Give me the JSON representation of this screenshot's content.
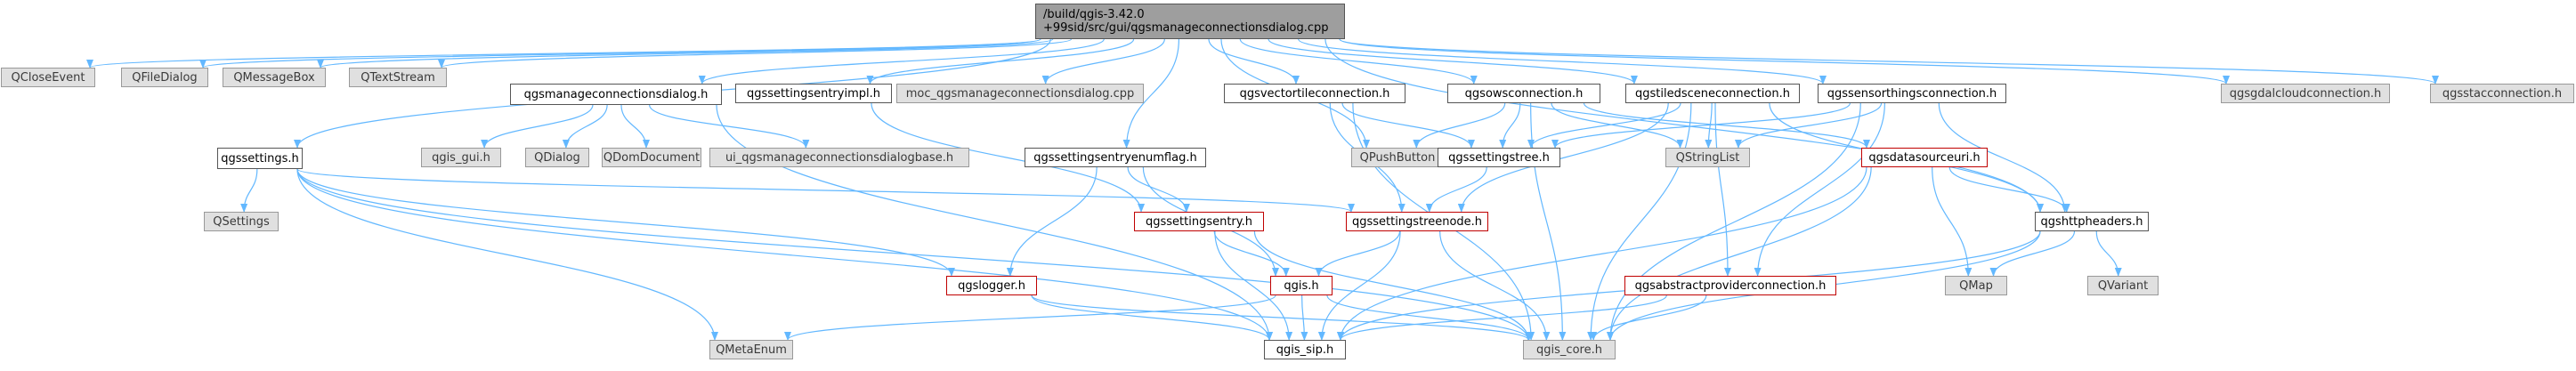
{
  "graph": {
    "root": {
      "line1": "/build/qgis-3.42.0",
      "line2": "+99sid/src/gui/qgsmanageconnectionsdialog.cpp"
    },
    "nodes": [
      {
        "id": "qcloseevent",
        "label": "QCloseEvent",
        "style": "gray"
      },
      {
        "id": "qfiledialog",
        "label": "QFileDialog",
        "style": "gray"
      },
      {
        "id": "qmessagebox",
        "label": "QMessageBox",
        "style": "gray"
      },
      {
        "id": "qtextstream",
        "label": "QTextStream",
        "style": "gray"
      },
      {
        "id": "qgsmanageconnectionsdialog_h",
        "label": "qgsmanageconnectionsdialog.h",
        "style": "plain"
      },
      {
        "id": "qgssettingsentryimpl_h",
        "label": "qgssettingsentryimpl.h",
        "style": "plain"
      },
      {
        "id": "moc",
        "label": "moc_qgsmanageconnectionsdialog.cpp",
        "style": "gray"
      },
      {
        "id": "qgsvectortileconnection_h",
        "label": "qgsvectortileconnection.h",
        "style": "plain"
      },
      {
        "id": "qgsowsconnection_h",
        "label": "qgsowsconnection.h",
        "style": "plain"
      },
      {
        "id": "qgstiledsceneconnection_h",
        "label": "qgstiledsceneconnection.h",
        "style": "plain"
      },
      {
        "id": "qgssensorthingsconnection_h",
        "label": "qgssensorthingsconnection.h",
        "style": "plain"
      },
      {
        "id": "qgsgdalcloudconnection_h",
        "label": "qgsgdalcloudconnection.h",
        "style": "gray"
      },
      {
        "id": "qgsstacconnection_h",
        "label": "qgsstacconnection.h",
        "style": "gray"
      },
      {
        "id": "qgssettings_h",
        "label": "qgssettings.h",
        "style": "plain"
      },
      {
        "id": "qgis_gui_h",
        "label": "qgis_gui.h",
        "style": "gray"
      },
      {
        "id": "qdialog",
        "label": "QDialog",
        "style": "gray"
      },
      {
        "id": "qdomdocument",
        "label": "QDomDocument",
        "style": "gray"
      },
      {
        "id": "ui_base",
        "label": "ui_qgsmanageconnectionsdialogbase.h",
        "style": "gray"
      },
      {
        "id": "qpushbutton",
        "label": "QPushButton",
        "style": "gray"
      },
      {
        "id": "qgssettingstree_h",
        "label": "qgssettingstree.h",
        "style": "plain"
      },
      {
        "id": "qstringlist",
        "label": "QStringList",
        "style": "gray"
      },
      {
        "id": "qgsdatasourceuri_h",
        "label": "qgsdatasourceuri.h",
        "style": "red"
      },
      {
        "id": "qgssettingsentryenumflag_h",
        "label": "qgssettingsentryenumflag.h",
        "style": "plain"
      },
      {
        "id": "qsettings",
        "label": "QSettings",
        "style": "gray"
      },
      {
        "id": "qgssettingsentry_h",
        "label": "qgssettingsentry.h",
        "style": "red"
      },
      {
        "id": "qgssettingstreenode_h",
        "label": "qgssettingstreenode.h",
        "style": "red"
      },
      {
        "id": "qgshttpheaders_h",
        "label": "qgshttpheaders.h",
        "style": "plain"
      },
      {
        "id": "qgslogger_h",
        "label": "qgslogger.h",
        "style": "red"
      },
      {
        "id": "qgis_h",
        "label": "qgis.h",
        "style": "red"
      },
      {
        "id": "qgsabstractproviderconnection_h",
        "label": "qgsabstractproviderconnection.h",
        "style": "red"
      },
      {
        "id": "qmap",
        "label": "QMap",
        "style": "gray"
      },
      {
        "id": "qvariant",
        "label": "QVariant",
        "style": "gray"
      },
      {
        "id": "qmetaenum",
        "label": "QMetaEnum",
        "style": "gray"
      },
      {
        "id": "qgis_sip_h",
        "label": "qgis_sip.h",
        "style": "plain"
      },
      {
        "id": "qgis_core_h",
        "label": "qgis_core.h",
        "style": "gray"
      }
    ],
    "edges": [
      [
        "root",
        "qcloseevent"
      ],
      [
        "root",
        "qfiledialog"
      ],
      [
        "root",
        "qmessagebox"
      ],
      [
        "root",
        "qtextstream"
      ],
      [
        "root",
        "qgsmanageconnectionsdialog_h"
      ],
      [
        "root",
        "qgssettingsentryimpl_h"
      ],
      [
        "root",
        "moc"
      ],
      [
        "root",
        "qgsvectortileconnection_h"
      ],
      [
        "root",
        "qgsowsconnection_h"
      ],
      [
        "root",
        "qgstiledsceneconnection_h"
      ],
      [
        "root",
        "qgssensorthingsconnection_h"
      ],
      [
        "root",
        "qgsgdalcloudconnection_h"
      ],
      [
        "root",
        "qgsstacconnection_h"
      ],
      [
        "root",
        "qgssettings_h"
      ],
      [
        "root",
        "qgssettingsentryenumflag_h"
      ],
      [
        "root",
        "qpushbutton"
      ],
      [
        "root",
        "qgshttpheaders_h"
      ],
      [
        "qgsmanageconnectionsdialog_h",
        "qgis_gui_h"
      ],
      [
        "qgsmanageconnectionsdialog_h",
        "qdialog"
      ],
      [
        "qgsmanageconnectionsdialog_h",
        "qdomdocument"
      ],
      [
        "qgsmanageconnectionsdialog_h",
        "ui_base"
      ],
      [
        "qgsmanageconnectionsdialog_h",
        "qgis_sip_h"
      ],
      [
        "qgssettingsentryimpl_h",
        "qgssettingsentry_h"
      ],
      [
        "qgsvectortileconnection_h",
        "qgssettingstree_h"
      ],
      [
        "qgsvectortileconnection_h",
        "qgssettingstreenode_h"
      ],
      [
        "qgsvectortileconnection_h",
        "qgis_core_h"
      ],
      [
        "qgsowsconnection_h",
        "qpushbutton"
      ],
      [
        "qgsowsconnection_h",
        "qgssettingstree_h"
      ],
      [
        "qgsowsconnection_h",
        "qstringlist"
      ],
      [
        "qgsowsconnection_h",
        "qgsdatasourceuri_h"
      ],
      [
        "qgsowsconnection_h",
        "qgis_core_h"
      ],
      [
        "qgstiledsceneconnection_h",
        "qgssettingstree_h"
      ],
      [
        "qgstiledsceneconnection_h",
        "qstringlist"
      ],
      [
        "qgstiledsceneconnection_h",
        "qgssettingstreenode_h"
      ],
      [
        "qgstiledsceneconnection_h",
        "qgsabstractproviderconnection_h"
      ],
      [
        "qgstiledsceneconnection_h",
        "qgshttpheaders_h"
      ],
      [
        "qgstiledsceneconnection_h",
        "qgis_core_h"
      ],
      [
        "qgssensorthingsconnection_h",
        "qgssettingstree_h"
      ],
      [
        "qgssensorthingsconnection_h",
        "qstringlist"
      ],
      [
        "qgssensorthingsconnection_h",
        "qgsabstractproviderconnection_h"
      ],
      [
        "qgssensorthingsconnection_h",
        "qgshttpheaders_h"
      ],
      [
        "qgssensorthingsconnection_h",
        "qgis_core_h"
      ],
      [
        "qgssettings_h",
        "qsettings"
      ],
      [
        "qgssettings_h",
        "qgssettingstreenode_h"
      ],
      [
        "qgssettings_h",
        "qgslogger_h"
      ],
      [
        "qgssettings_h",
        "qmetaenum"
      ],
      [
        "qgssettings_h",
        "qgis_sip_h"
      ],
      [
        "qgssettings_h",
        "qgis_core_h"
      ],
      [
        "qgssettingstree_h",
        "qgssettingstreenode_h"
      ],
      [
        "qgsdatasourceuri_h",
        "qgshttpheaders_h"
      ],
      [
        "qgsdatasourceuri_h",
        "qmap"
      ],
      [
        "qgsdatasourceuri_h",
        "qgis_sip_h"
      ],
      [
        "qgsdatasourceuri_h",
        "qgis_core_h"
      ],
      [
        "qgssettingsentryenumflag_h",
        "qgssettingsentry_h"
      ],
      [
        "qgssettingsentryenumflag_h",
        "qgslogger_h"
      ],
      [
        "qgssettingsentryenumflag_h",
        "qgis_h"
      ],
      [
        "qgssettingsentry_h",
        "qgis_h"
      ],
      [
        "qgssettingsentry_h",
        "qgis_sip_h"
      ],
      [
        "qgssettingsentry_h",
        "qgis_core_h"
      ],
      [
        "qgssettingstreenode_h",
        "qgis_h"
      ],
      [
        "qgssettingstreenode_h",
        "qgis_sip_h"
      ],
      [
        "qgssettingstreenode_h",
        "qgis_core_h"
      ],
      [
        "qgshttpheaders_h",
        "qmap"
      ],
      [
        "qgshttpheaders_h",
        "qvariant"
      ],
      [
        "qgshttpheaders_h",
        "qgis_sip_h"
      ],
      [
        "qgshttpheaders_h",
        "qgis_core_h"
      ],
      [
        "qgslogger_h",
        "qgis_sip_h"
      ],
      [
        "qgslogger_h",
        "qgis_core_h"
      ],
      [
        "qgis_h",
        "qmetaenum"
      ],
      [
        "qgis_h",
        "qgis_sip_h"
      ],
      [
        "qgis_h",
        "qgis_core_h"
      ],
      [
        "qgsabstractproviderconnection_h",
        "qgis_sip_h"
      ],
      [
        "qgsabstractproviderconnection_h",
        "qgis_core_h"
      ]
    ],
    "colors": {
      "edge": "#63b8ff",
      "root_fill": "#9e9e9e",
      "gray_fill": "#e0e0e0",
      "red_border": "#c00000"
    }
  }
}
